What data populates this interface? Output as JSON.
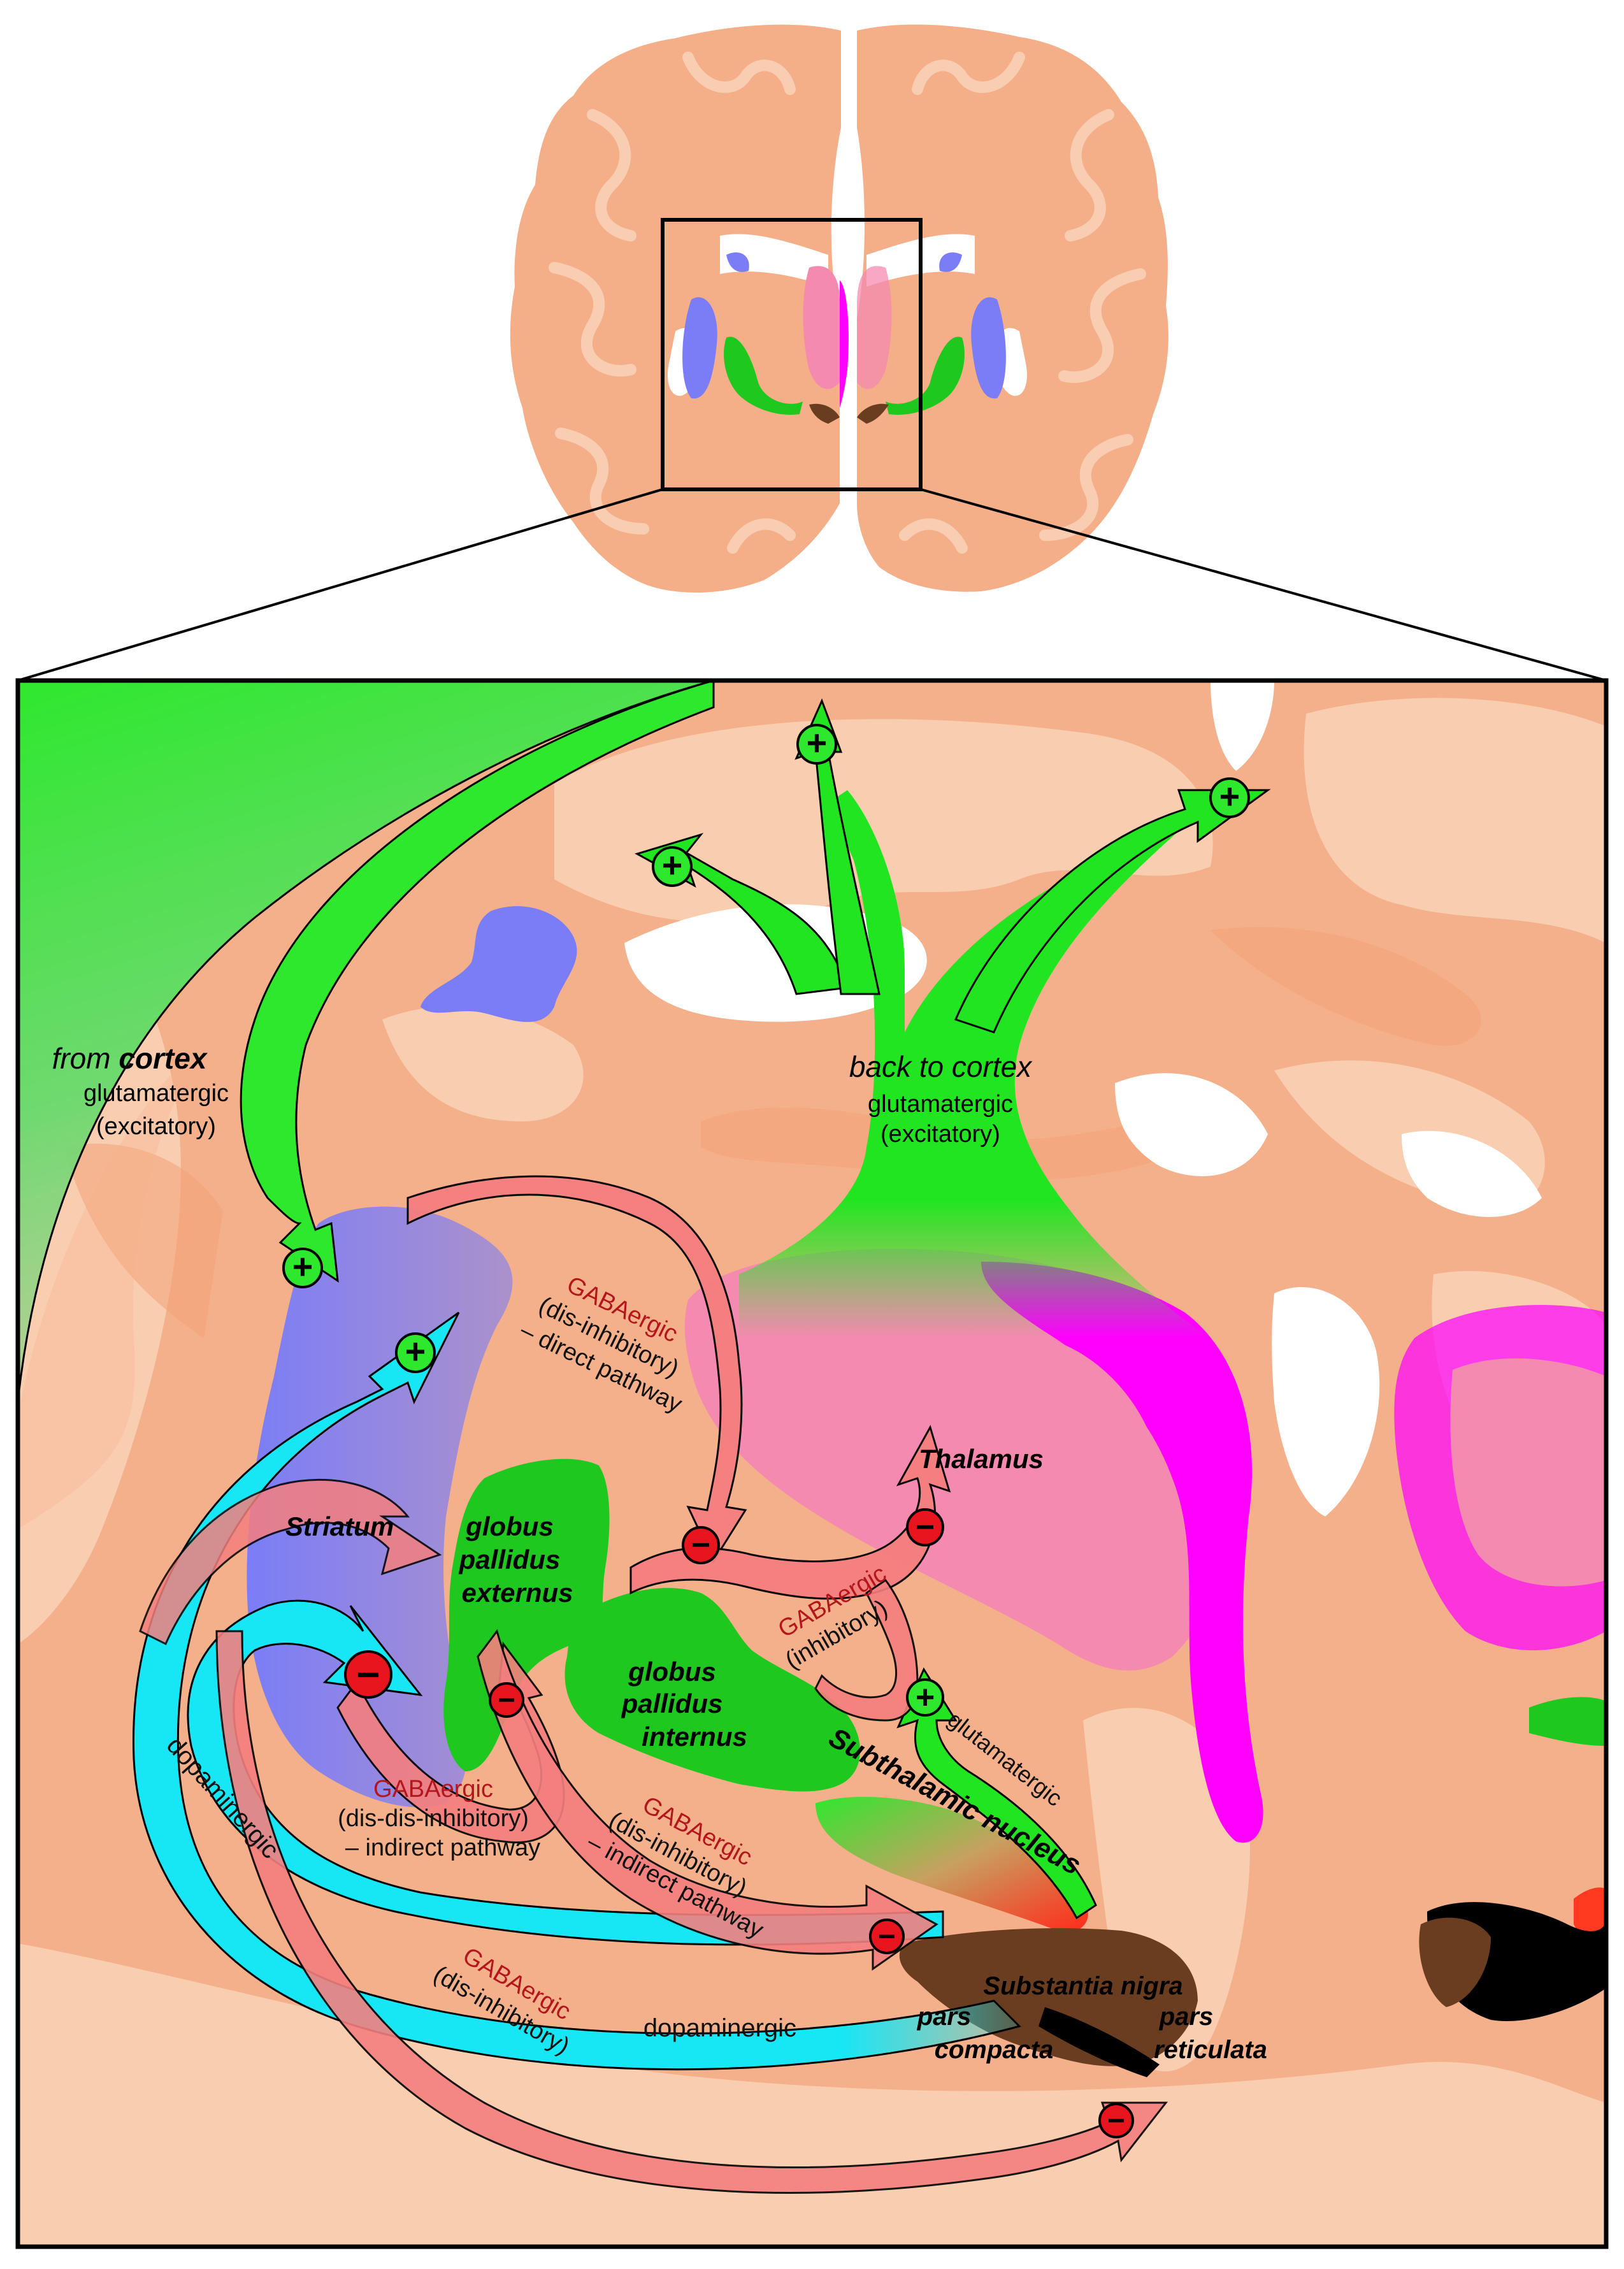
{
  "labels": {
    "from_cortex_prefix": "from ",
    "from_cortex_bold": "cortex",
    "from_cortex_type": "glutamatergic",
    "from_cortex_effect": "(excitatory)",
    "back_to_cortex": "back to cortex",
    "back_type": "glutamatergic",
    "back_effect": "(excitatory)",
    "striatum": "Striatum",
    "gpe": [
      "globus",
      "pallidus",
      "externus"
    ],
    "gpi": [
      "globus",
      "pallidus",
      "internus"
    ],
    "thalamus": "Thalamus",
    "stn": "Subthalamic nucleus",
    "snc": [
      "pars",
      "compacta"
    ],
    "snr": [
      "Substantia nigra",
      "pars",
      "reticulata"
    ],
    "direct": [
      "GABAergic",
      "(dis-inhibitory)",
      "– direct pathway"
    ],
    "gpi_thal": [
      "GABAergic",
      "(inhibitory)"
    ],
    "stn_glut": "glutamatergic",
    "indirect1": [
      "GABAergic",
      "(dis-dis-inhibitory)",
      "– indirect pathway"
    ],
    "indirect2": [
      "GABAergic",
      "(dis-inhibitory)",
      "– indirect pathway"
    ],
    "dopa1": "dopaminergic",
    "dopa2": "dopaminergic",
    "str_snr": [
      "GABAergic",
      "(dis-inhibitory)"
    ]
  },
  "signs": {
    "plus": "+",
    "minus": "−"
  },
  "colors": {
    "tissue": "#f4b08a",
    "tissue_light": "#f9cdb0",
    "striatum": "#7b7df7",
    "globus_pallidus": "#1ec81e",
    "thalamus": "#f58ab0",
    "thalamus_bright": "#ff00ff",
    "gaba_arrow": "#f47f7f",
    "glut_arrow": "#2ee82e",
    "dopa_arrow": "#17e6f5",
    "stn": "#e8401f",
    "substantia_nigra": "#6b3d20",
    "minus_badge": "#e8141e",
    "plus_badge": "#2ee82e"
  }
}
